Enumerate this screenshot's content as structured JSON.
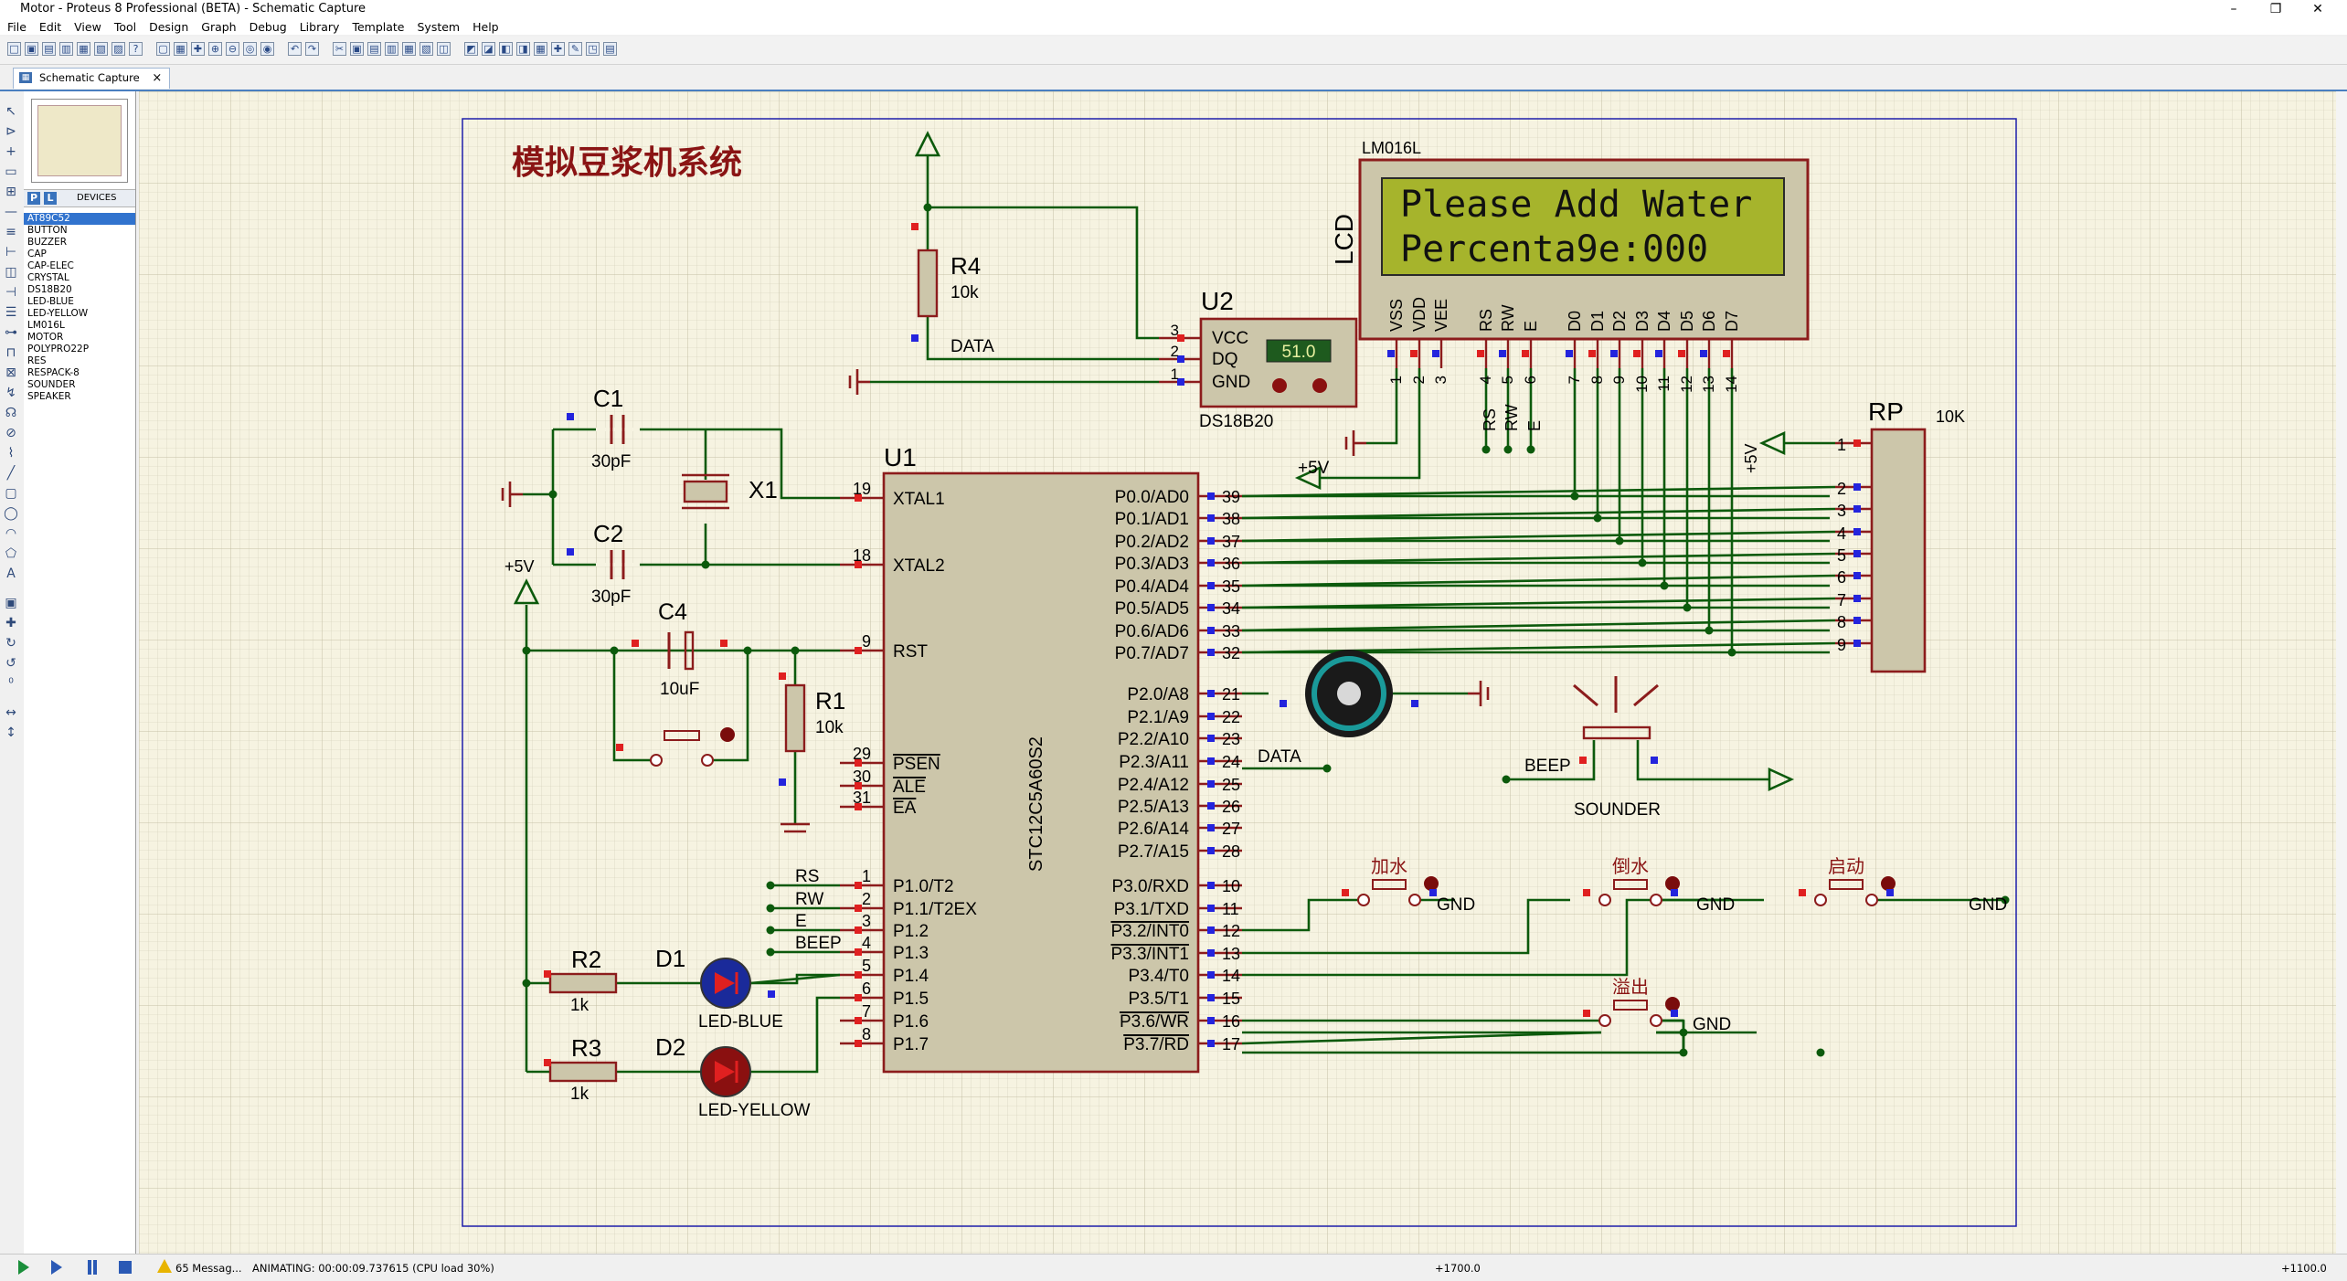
{
  "window": {
    "title": "Motor - Proteus 8 Professional (BETA) - Schematic Capture",
    "minimize": "–",
    "restore": "❐",
    "close": "✕"
  },
  "menu": [
    "File",
    "Edit",
    "View",
    "Tool",
    "Design",
    "Graph",
    "Debug",
    "Library",
    "Template",
    "System",
    "Help"
  ],
  "tab": {
    "label": "Schematic Capture",
    "close": "×"
  },
  "devices": {
    "header": "DEVICES",
    "p": "P",
    "l": "L",
    "items": [
      "AT89C52",
      "BUTTON",
      "BUZZER",
      "CAP",
      "CAP-ELEC",
      "CRYSTAL",
      "DS18B20",
      "LED-BLUE",
      "LED-YELLOW",
      "LM016L",
      "MOTOR",
      "POLYPRO22P",
      "RES",
      "RESPACK-8",
      "SOUNDER",
      "SPEAKER"
    ],
    "selected": 0
  },
  "schematic": {
    "title": "模拟豆浆机系统",
    "lcd": {
      "model": "LM016L",
      "label": "LCD",
      "line1": "Please Add Water",
      "line2": "Percenta9e:000",
      "pins": [
        "VSS",
        "VDD",
        "VEE",
        "RS",
        "RW",
        "E",
        "D0",
        "D1",
        "D2",
        "D3",
        "D4",
        "D5",
        "D6",
        "D7"
      ],
      "pin_numbers": [
        "1",
        "2",
        "3",
        "4",
        "5",
        "6",
        "7",
        "8",
        "9",
        "10",
        "11",
        "12",
        "13",
        "14"
      ]
    },
    "lcd_ctrl": [
      "RS",
      "RW",
      "E"
    ],
    "u2": {
      "ref": "U2",
      "part": "DS18B20",
      "pins": [
        "VCC",
        "DQ",
        "GND"
      ],
      "pin_numbers": [
        "3",
        "2",
        "1"
      ],
      "reading": "51.0",
      "net": "DATA"
    },
    "r4": {
      "ref": "R4",
      "value": "10k"
    },
    "c1": {
      "ref": "C1",
      "value": "30pF"
    },
    "c2": {
      "ref": "C2",
      "value": "30pF"
    },
    "x1": {
      "ref": "X1"
    },
    "c4": {
      "ref": "C4",
      "value": "10uF"
    },
    "r1": {
      "ref": "R1",
      "value": "10k"
    },
    "r2": {
      "ref": "R2",
      "value": "1k"
    },
    "r3": {
      "ref": "R3",
      "value": "1k"
    },
    "d1": {
      "ref": "D1",
      "part": "LED-BLUE"
    },
    "d2": {
      "ref": "D2",
      "part": "LED-YELLOW"
    },
    "vcc": "+5V",
    "u1": {
      "ref": "U1",
      "part": "STC12C5A60S2",
      "left_pins": [
        [
          "19",
          "XTAL1"
        ],
        [
          "18",
          "XTAL2"
        ],
        [
          "9",
          "RST"
        ],
        [
          "29",
          "PSEN"
        ],
        [
          "30",
          "ALE"
        ],
        [
          "31",
          "EA"
        ],
        [
          "1",
          "P1.0/T2"
        ],
        [
          "2",
          "P1.1/T2EX"
        ],
        [
          "3",
          "P1.2"
        ],
        [
          "4",
          "P1.3"
        ],
        [
          "5",
          "P1.4"
        ],
        [
          "6",
          "P1.5"
        ],
        [
          "7",
          "P1.6"
        ],
        [
          "8",
          "P1.7"
        ]
      ],
      "right_pins": [
        [
          "39",
          "P0.0/AD0"
        ],
        [
          "38",
          "P0.1/AD1"
        ],
        [
          "37",
          "P0.2/AD2"
        ],
        [
          "36",
          "P0.3/AD3"
        ],
        [
          "35",
          "P0.4/AD4"
        ],
        [
          "34",
          "P0.5/AD5"
        ],
        [
          "33",
          "P0.6/AD6"
        ],
        [
          "32",
          "P0.7/AD7"
        ],
        [
          "21",
          "P2.0/A8"
        ],
        [
          "22",
          "P2.1/A9"
        ],
        [
          "23",
          "P2.2/A10"
        ],
        [
          "24",
          "P2.3/A11"
        ],
        [
          "25",
          "P2.4/A12"
        ],
        [
          "26",
          "P2.5/A13"
        ],
        [
          "27",
          "P2.6/A14"
        ],
        [
          "28",
          "P2.7/A15"
        ],
        [
          "10",
          "P3.0/RXD"
        ],
        [
          "11",
          "P3.1/TXD"
        ],
        [
          "12",
          "P3.2/INT0"
        ],
        [
          "13",
          "P3.3/INT1"
        ],
        [
          "14",
          "P3.4/T0"
        ],
        [
          "15",
          "P3.5/T1"
        ],
        [
          "16",
          "P3.6/WR"
        ],
        [
          "17",
          "P3.7/RD"
        ]
      ]
    },
    "p1_nets": [
      "RS",
      "RW",
      "E",
      "BEEP"
    ],
    "rp": {
      "ref": "RP",
      "value": "10K",
      "pins": [
        "1",
        "2",
        "3",
        "4",
        "5",
        "6",
        "7",
        "8",
        "9"
      ]
    },
    "sounder": {
      "part": "SOUNDER",
      "net": "BEEP"
    },
    "data_net": "DATA",
    "buttons": [
      "加水",
      "倒水",
      "启动",
      "溢出"
    ],
    "gnd": "GND"
  },
  "status": {
    "messages": "65 Messag...",
    "animating": "ANIMATING: 00:00:09.737615 (CPU load 30%)",
    "coord_x": "+1700.0",
    "coord_y": "+1100.0"
  }
}
